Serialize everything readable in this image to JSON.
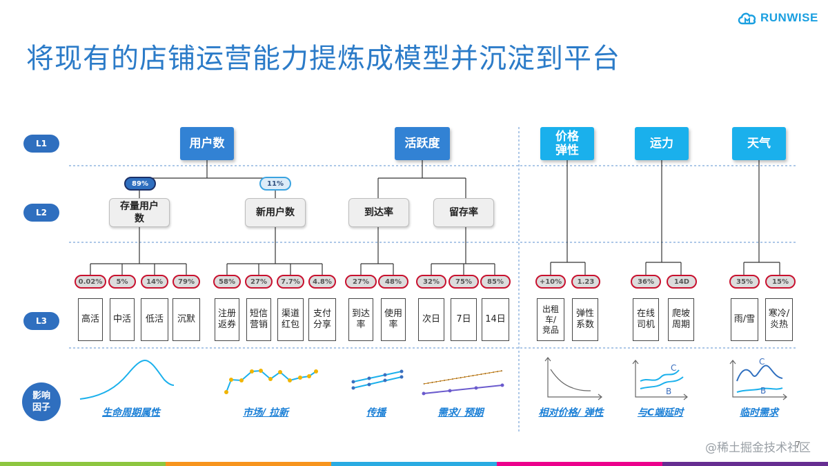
{
  "title": "将现有的店铺运营能力提炼成模型并沉淀到平台",
  "logo": {
    "text": "RUNWISE",
    "icon": "cloud-icon",
    "color": "#1a9fe0"
  },
  "levels": {
    "l1": "L1",
    "l2": "L2",
    "l3": "L3",
    "factors": "影响\n因子"
  },
  "l1_nodes": [
    {
      "label": "用户数"
    },
    {
      "label": "活跃度"
    },
    {
      "label": "价格\n弹性"
    },
    {
      "label": "运力"
    },
    {
      "label": "天气"
    }
  ],
  "l2_pills": [
    "89%",
    "11%"
  ],
  "l2_nodes": [
    {
      "label": "存量用户\n数"
    },
    {
      "label": "新用户数"
    },
    {
      "label": "到达率"
    },
    {
      "label": "留存率"
    }
  ],
  "l3_pills": [
    "0.02%",
    "5%",
    "14%",
    "79%",
    "58%",
    "27%",
    "7.7%",
    "4.8%",
    "27%",
    "48%",
    "32%",
    "75%",
    "85%",
    "+10%",
    "1.23",
    "36%",
    "14D",
    "35%",
    "15%"
  ],
  "l3_nodes": [
    "高活",
    "中活",
    "低活",
    "沉默",
    "注册\n返券",
    "短信\n营销",
    "渠道\n红包",
    "支付\n分享",
    "到达\n率",
    "使用\n率",
    "次日",
    "7日",
    "14日",
    "出租\n车/\n竞品",
    "弹性\n系数",
    "在线\n司机",
    "爬坡\n周期",
    "雨/雪",
    "寒冷/\n炎热"
  ],
  "factors": [
    {
      "caption": "生命周期属性"
    },
    {
      "caption": "市场/ 拉新"
    },
    {
      "caption": "传播"
    },
    {
      "caption": "需求/ 预期"
    },
    {
      "caption": "相对价格/ 弹性"
    },
    {
      "caption": "与C端延时"
    },
    {
      "caption": "临时需求"
    }
  ],
  "chart_labels": {
    "c": "C",
    "b": "B"
  },
  "footer": {
    "watermark": "@稀土掘金技术社区",
    "page": "7"
  },
  "colors": {
    "title": "#2b7bc8",
    "l1": "#3282d4",
    "l1_cyan": "#1ab0ec",
    "accent_red": "#c8102e",
    "level_badge": "#2f6fbf"
  }
}
